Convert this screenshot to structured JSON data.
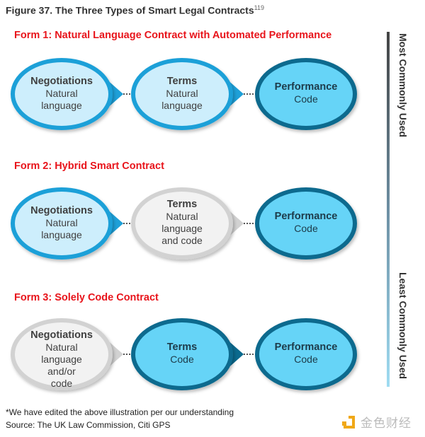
{
  "title": "Figure 37. The Three Types of Smart Legal Contracts",
  "title_ref": "119",
  "forms": [
    {
      "heading": "Form 1: Natural Language Contract with Automated Performance",
      "nodes": [
        {
          "title": "Negotiations",
          "body": "Natural language",
          "style": "light"
        },
        {
          "title": "Terms",
          "body": "Natural language",
          "style": "light"
        },
        {
          "title": "Performance",
          "body": "Code",
          "style": "dark"
        }
      ]
    },
    {
      "heading": "Form 2: Hybrid Smart Contract",
      "nodes": [
        {
          "title": "Negotiations",
          "body": "Natural language",
          "style": "light"
        },
        {
          "title": "Terms",
          "body": "Natural language and code",
          "style": "gray"
        },
        {
          "title": "Performance",
          "body": "Code",
          "style": "dark"
        }
      ]
    },
    {
      "heading": "Form 3: Solely Code Contract",
      "nodes": [
        {
          "title": "Negotiations",
          "body": "Natural language and/or code",
          "style": "gray"
        },
        {
          "title": "Terms",
          "body": "Code",
          "style": "dark"
        },
        {
          "title": "Performance",
          "body": "Code",
          "style": "dark"
        }
      ]
    }
  ],
  "axis": {
    "top": "Most Commonly Used",
    "bottom": "Least Commonly Used"
  },
  "footnote": "*We have edited the above illustration per our understanding",
  "source": "Source: The UK Law Commission, Citi GPS",
  "watermark": "金色财经",
  "colors": {
    "red": "#e8141b",
    "light_fill": "#cdeefc",
    "light_border": "#1ea0d8",
    "gray_fill": "#f2f2f2",
    "gray_border": "#d2d2d2",
    "dark_fill": "#66d4f7",
    "dark_border": "#0b6a8e"
  }
}
